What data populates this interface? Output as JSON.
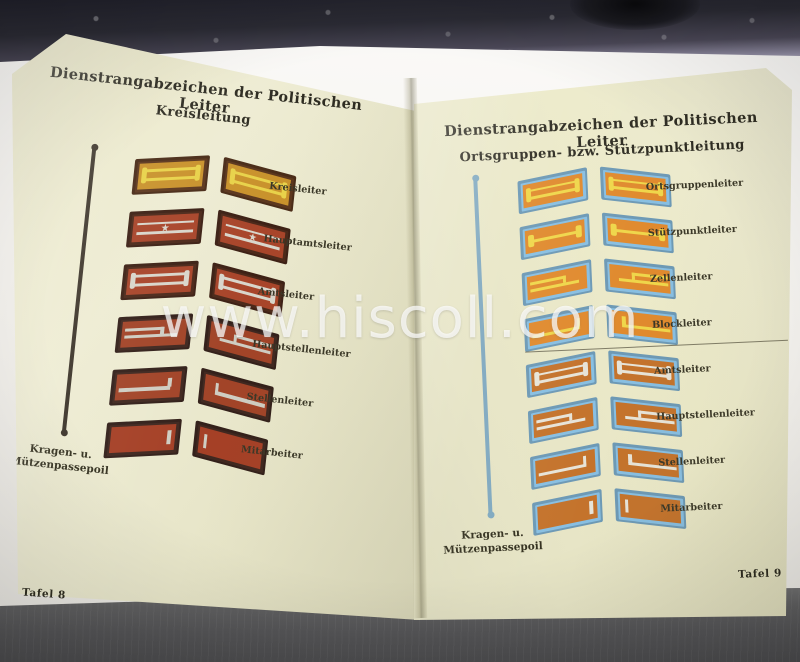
{
  "watermark": "www.hiscoll.com",
  "left_page": {
    "plate": "Tafel 8",
    "title_main": "Dienstrangabzeichen der Politischen Leiter",
    "title_sub": "Kreisleitung",
    "piping_caption_line1": "Kragen- u.",
    "piping_caption_line2": "Mützenpassepoil",
    "piping_color": "#3b3328",
    "ranks": [
      {
        "label": "Kreisleiter",
        "field": "#c9922c",
        "border": "#4a2c18",
        "braid": "#e8d24a",
        "style": "two-bar-gold"
      },
      {
        "label": "Hauptamtsleiter",
        "field": "#a8452a",
        "border": "#3d2115",
        "braid": "#d9d6cb",
        "style": "pip-bars"
      },
      {
        "label": "Amtsleiter",
        "field": "#a8452a",
        "border": "#3d2115",
        "braid": "#d9d6cb",
        "style": "two-bar-silver"
      },
      {
        "label": "Hauptstellenleiter",
        "field": "#a24428",
        "border": "#33201a",
        "braid": "#cfcdc2",
        "style": "double-L"
      },
      {
        "label": "Stellenleiter",
        "field": "#a24428",
        "border": "#33201a",
        "braid": "#cfcdc2",
        "style": "single-L"
      },
      {
        "label": "Mitarbeiter",
        "field": "#a54026",
        "border": "#33201a",
        "braid": "#cfcdc2",
        "style": "plain-bar"
      }
    ]
  },
  "right_page": {
    "plate": "Tafel 9",
    "title_main": "Dienstrangabzeichen der Politischen Leiter",
    "title_sub": "Ortsgruppen- bzw. Stützpunktleitung",
    "piping_caption_line1": "Kragen- u.",
    "piping_caption_line2": "Mützenpassepoil",
    "piping_color": "#7fa8bf",
    "divider_after_index": 3,
    "ranks": [
      {
        "label": "Ortsgruppenleiter",
        "field": "#e08a2e",
        "border": "#6d99b5",
        "braid": "#efd64a",
        "style": "two-bar-gold"
      },
      {
        "label": "Stützpunktleiter",
        "field": "#e08a2e",
        "border": "#6d99b5",
        "braid": "#efd64a",
        "style": "one-bar-gold"
      },
      {
        "label": "Zellenleiter",
        "field": "#e08a2e",
        "border": "#6d99b5",
        "braid": "#efd64a",
        "style": "double-L"
      },
      {
        "label": "Blockleiter",
        "field": "#e08a2e",
        "border": "#6d99b5",
        "braid": "#efd64a",
        "style": "single-L"
      },
      {
        "label": "Amtsleiter",
        "field": "#c4732c",
        "border": "#6d99b5",
        "braid": "#e7e4d8",
        "style": "two-bar-silver"
      },
      {
        "label": "Hauptstellenleiter",
        "field": "#c4732c",
        "border": "#6d99b5",
        "braid": "#e7e4d8",
        "style": "double-L"
      },
      {
        "label": "Stellenleiter",
        "field": "#c4732c",
        "border": "#6d99b5",
        "braid": "#e7e4d8",
        "style": "single-L"
      },
      {
        "label": "Mitarbeiter",
        "field": "#c4732c",
        "border": "#6d99b5",
        "braid": "#e7e4d8",
        "style": "plain-bar"
      }
    ]
  }
}
